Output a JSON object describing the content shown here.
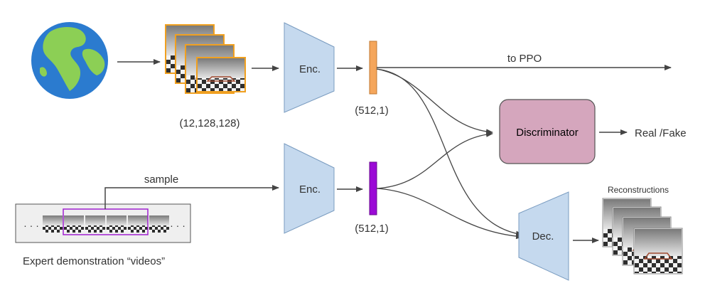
{
  "labels": {
    "input_shape": "(12,128,128)",
    "encoder_top": "Enc.",
    "encoder_bottom": "Enc.",
    "latent_top_shape": "(512,1)",
    "latent_bottom_shape": "(512,1)",
    "to_ppo": "to PPO",
    "discriminator": "Discriminator",
    "real_fake": "Real /Fake",
    "sample": "sample",
    "decoder": "Dec.",
    "reconstructions": "Reconstructions",
    "expert": "Expert demonstration “videos”",
    "ellipsis_left": "· · ·",
    "ellipsis_right": "· · ·"
  },
  "colors": {
    "encoder_fill": "#c5d9ee",
    "decoder_fill": "#c5d9ee",
    "latent_top": "#f5a65b",
    "latent_bottom": "#9b0ad6",
    "discriminator_fill": "#d5a6bd",
    "frame_border": "#f0a020",
    "sample_window": "#a020d0",
    "arrow": "#444444"
  },
  "icons": {
    "environment": "globe-icon"
  }
}
